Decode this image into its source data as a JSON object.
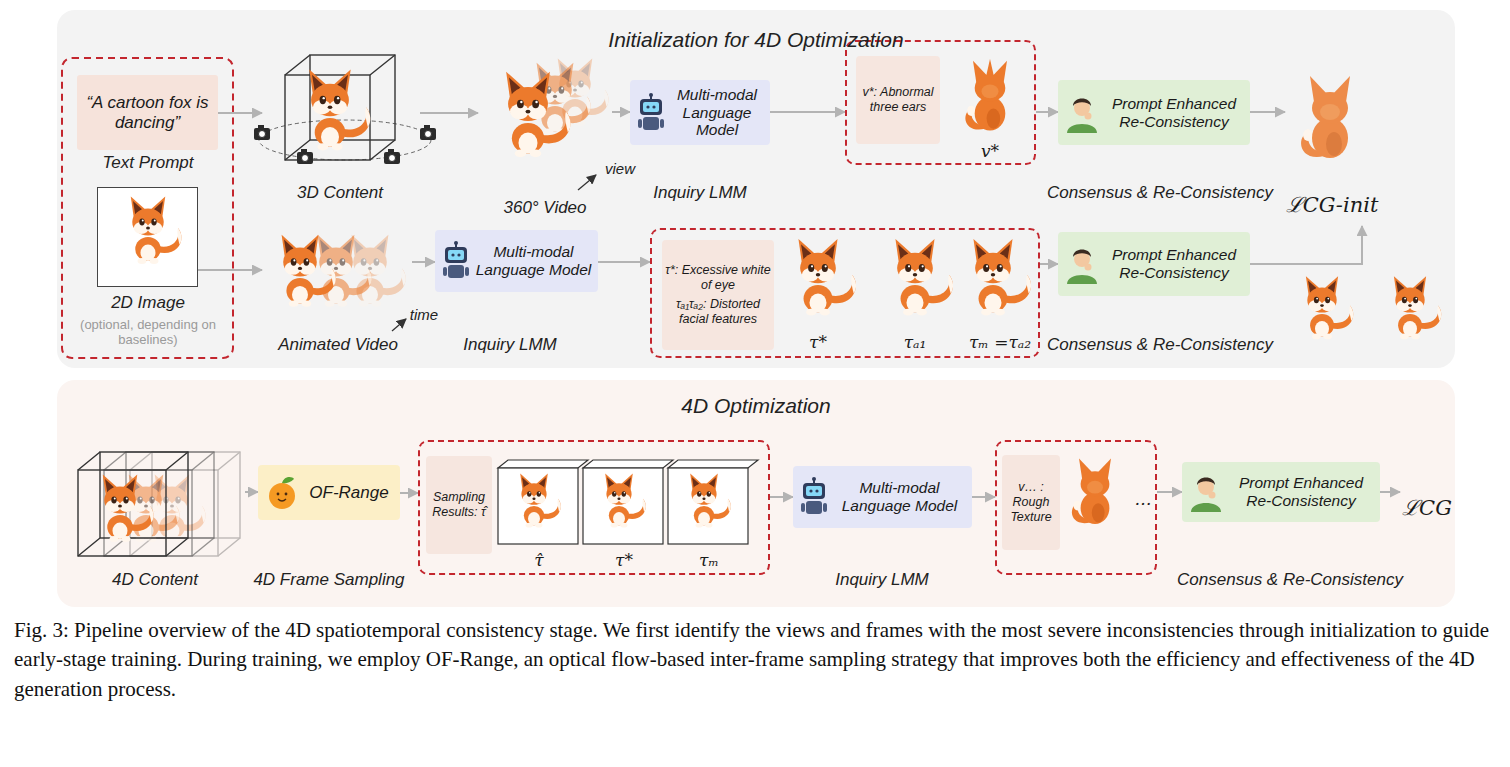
{
  "diagram": {
    "caption": "Fig. 3: Pipeline overview of the 4D spatiotemporal consistency stage. We first identify the views and frames with the most severe inconsistencies through initialization to guide early-stage training. During training, we employ OF-Range, an optical flow-based inter-frame sampling strategy that improves both the efficiency and effectiveness of the 4D generation process.",
    "nodes": [
      {
        "text": [
          "Initialization for 4D Optimization"
        ]
      },
      {
        "text": [
          "“A cartoon fox is dancing”",
          "Text Prompt"
        ],
        "in": 0
      },
      {
        "text": [
          "2D Image",
          "(optional, depending on baselines)"
        ],
        "in": 0
      },
      {
        "text": [
          "3D Content"
        ],
        "in": 0
      },
      {
        "text": [
          "360° Video"
        ],
        "in": 0
      },
      {
        "text": [
          "Multi-modal Language Model",
          "Inquiry LMM"
        ],
        "in": 0
      },
      {
        "text": [
          "v*"
        ],
        "in": 0
      },
      {
        "text": [
          "v*: Abnormal three ears"
        ],
        "in": 6
      },
      {
        "text": [
          "Prompt Enhanced Re-Consistency",
          "Consensus & Re-Consistency"
        ],
        "in": 0
      },
      {
        "text": [
          "ℒCG-init"
        ],
        "in": 0
      },
      {
        "text": [
          "Animated Video"
        ],
        "in": 0
      },
      {
        "text": [
          "Multi-modal Language Model",
          "Inquiry LMM"
        ],
        "in": 0
      },
      {
        "text": [
          "τ*",
          "τₐ₁",
          "τₘ =τₐ₂"
        ],
        "in": 0
      },
      {
        "text": [
          "τ*: Excessive white of eye",
          "τₐ₁τₐ₂: Distorted facial features"
        ],
        "in": 12
      },
      {
        "text": [
          "Prompt Enhanced Re-Consistency",
          "Consensus & Re-Consistency"
        ],
        "in": 0
      },
      {
        "text": [
          "4D Optimization"
        ]
      },
      {
        "text": [
          "4D Content"
        ],
        "in": 15
      },
      {
        "text": [
          "OF-Range",
          "4D Frame Sampling"
        ],
        "in": 15
      },
      {
        "text": [
          "τ̂",
          "τ*",
          "τₘ"
        ],
        "in": 15
      },
      {
        "text": [
          "Sampling Results: τ̂"
        ],
        "in": 18
      },
      {
        "text": [
          "Multi-modal Language Model",
          "Inquiry LMM"
        ],
        "in": 15
      },
      {
        "text": [
          "…"
        ],
        "in": 15
      },
      {
        "text": [
          "v… : Rough Texture"
        ],
        "in": 21
      },
      {
        "text": [
          "Prompt Enhanced Re-Consistency",
          "Consensus & Re-Consistency"
        ],
        "in": 15
      },
      {
        "text": [
          "ℒCG"
        ],
        "in": 15
      }
    ],
    "edges": [
      {
        "from": 1,
        "to": 3,
        "arrow": "to"
      },
      {
        "from": 3,
        "to": 4,
        "arrow": "to"
      },
      {
        "from": 4,
        "to": 5,
        "arrow": "to"
      },
      {
        "from": 5,
        "to": 6,
        "arrow": "to"
      },
      {
        "from": 6,
        "to": 8,
        "arrow": "to"
      },
      {
        "from": 8,
        "to": 9,
        "arrow": "to"
      },
      {
        "from": 2,
        "to": 10,
        "arrow": "to"
      },
      {
        "from": 10,
        "to": 11,
        "arrow": "to"
      },
      {
        "from": 11,
        "to": 12,
        "arrow": "to"
      },
      {
        "from": 12,
        "to": 14,
        "arrow": "to"
      },
      {
        "from": 14,
        "to": 9,
        "arrow": "to"
      },
      {
        "from": 16,
        "to": 17,
        "arrow": "to"
      },
      {
        "from": 17,
        "to": 18,
        "arrow": "to"
      },
      {
        "from": 18,
        "to": 20,
        "arrow": "to"
      },
      {
        "from": 20,
        "to": 21,
        "arrow": "to"
      },
      {
        "from": 21,
        "to": 23,
        "arrow": "to"
      },
      {
        "from": 23,
        "to": 24,
        "arrow": "to"
      }
    ],
    "labels": [
      "view",
      "time"
    ]
  }
}
